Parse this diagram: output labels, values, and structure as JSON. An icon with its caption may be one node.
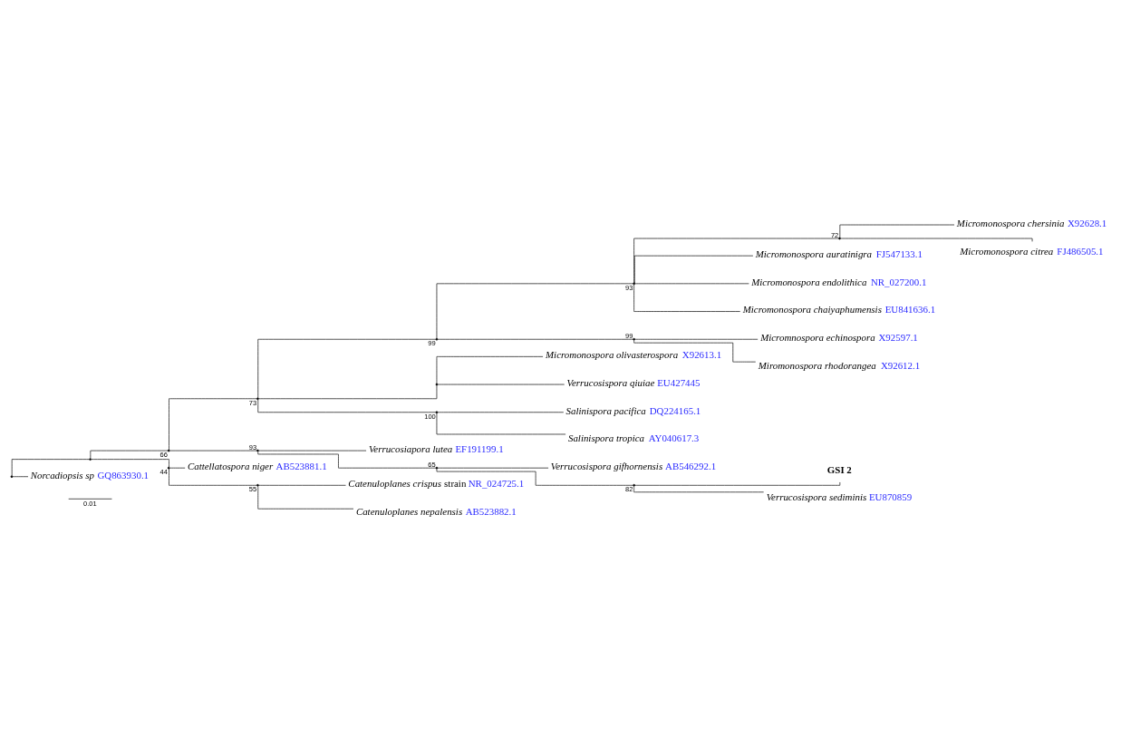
{
  "diagram": {
    "nodes": [
      {
        "text": [],
        "shape": "point"
      },
      {
        "text": [],
        "shape": "point"
      },
      {
        "text": [],
        "shape": "point",
        "beside": [
          "66"
        ]
      },
      {
        "text": [],
        "shape": "point",
        "beside": [
          "73"
        ]
      },
      {
        "text": [],
        "shape": "point",
        "beside": [
          "99"
        ]
      },
      {
        "text": [],
        "shape": "point",
        "beside": [
          "93"
        ]
      },
      {
        "text": [],
        "shape": "point",
        "beside": [
          "72"
        ]
      },
      {
        "text": [
          "Micromonospora chersinia",
          "X92628.1"
        ]
      },
      {
        "text": [
          "Micromonospora citrea",
          "FJ486505.1"
        ]
      },
      {
        "text": [
          "Micromonospora auratinigra",
          "FJ547133.1"
        ]
      },
      {
        "text": [
          "Micromonospora endolithica",
          "NR_027200.1"
        ]
      },
      {
        "text": [
          "Micromonospora chaiyaphumensis",
          "EU841636.1"
        ]
      },
      {
        "text": [],
        "shape": "point",
        "beside": [
          "99"
        ]
      },
      {
        "text": [
          "Micromnospora echinospora",
          "X92597.1"
        ]
      },
      {
        "text": [
          "Miromonospora rhodorangea",
          "X92612.1"
        ]
      },
      {
        "text": [],
        "shape": "point"
      },
      {
        "text": [
          "Micromonospora olivasterospora",
          "X92613.1"
        ]
      },
      {
        "text": [
          "Verrucosispora qiuiae",
          "EU427445"
        ]
      },
      {
        "text": [],
        "shape": "point",
        "beside": [
          "100"
        ]
      },
      {
        "text": [
          "Salinispora pacifica",
          "DQ224165.1"
        ]
      },
      {
        "text": [
          "Salinispora tropica",
          "AY040617.3"
        ]
      },
      {
        "text": [],
        "shape": "point",
        "beside": [
          "93"
        ]
      },
      {
        "text": [
          "Verrucosiapora lutea",
          "EF191199.1"
        ]
      },
      {
        "text": [],
        "shape": "point",
        "beside": [
          "65"
        ]
      },
      {
        "text": [
          "Verrucosispora gifhornensis",
          "AB546292.1"
        ]
      },
      {
        "text": [],
        "shape": "point",
        "beside": [
          "82"
        ]
      },
      {
        "text": [
          "GSI 2"
        ]
      },
      {
        "text": [
          "Verrucosispora sediminis",
          "EU870859"
        ]
      },
      {
        "text": [],
        "shape": "point",
        "beside": [
          "44"
        ]
      },
      {
        "text": [
          "Cattellatospora niger",
          "AB523881.1"
        ]
      },
      {
        "text": [],
        "shape": "point",
        "beside": [
          "55"
        ]
      },
      {
        "text": [
          "Catenuloplanes crispus",
          "strain",
          "NR_024725.1"
        ]
      },
      {
        "text": [
          "Catenuloplanes nepalensis",
          "AB523882.1"
        ]
      },
      {
        "text": [
          "Norcadiopsis sp",
          "GQ863930.1"
        ]
      }
    ],
    "edges": [
      {
        "from": 0,
        "to": 1,
        "arrow": "none"
      },
      {
        "from": 1,
        "to": 2,
        "arrow": "none"
      },
      {
        "from": 2,
        "to": 3,
        "arrow": "none"
      },
      {
        "from": 3,
        "to": 4,
        "arrow": "none"
      },
      {
        "from": 4,
        "to": 5,
        "arrow": "none"
      },
      {
        "from": 5,
        "to": 6,
        "arrow": "none"
      },
      {
        "from": 6,
        "to": 7,
        "arrow": "none"
      },
      {
        "from": 6,
        "to": 8,
        "arrow": "none"
      },
      {
        "from": 5,
        "to": 9,
        "arrow": "none"
      },
      {
        "from": 5,
        "to": 10,
        "arrow": "none"
      },
      {
        "from": 5,
        "to": 11,
        "arrow": "none"
      },
      {
        "from": 4,
        "to": 12,
        "arrow": "none"
      },
      {
        "from": 12,
        "to": 13,
        "arrow": "none"
      },
      {
        "from": 12,
        "to": 14,
        "arrow": "none"
      },
      {
        "from": 3,
        "to": 15,
        "arrow": "none"
      },
      {
        "from": 15,
        "to": 16,
        "arrow": "none"
      },
      {
        "from": 15,
        "to": 17,
        "arrow": "none"
      },
      {
        "from": 3,
        "to": 18,
        "arrow": "none"
      },
      {
        "from": 18,
        "to": 19,
        "arrow": "none"
      },
      {
        "from": 18,
        "to": 20,
        "arrow": "none"
      },
      {
        "from": 2,
        "to": 21,
        "arrow": "none"
      },
      {
        "from": 21,
        "to": 22,
        "arrow": "none"
      },
      {
        "from": 21,
        "to": 23,
        "arrow": "none"
      },
      {
        "from": 23,
        "to": 24,
        "arrow": "none"
      },
      {
        "from": 23,
        "to": 25,
        "arrow": "none"
      },
      {
        "from": 25,
        "to": 26,
        "arrow": "none"
      },
      {
        "from": 25,
        "to": 27,
        "arrow": "none"
      },
      {
        "from": 1,
        "to": 28,
        "arrow": "none"
      },
      {
        "from": 28,
        "to": 29,
        "arrow": "none"
      },
      {
        "from": 28,
        "to": 30,
        "arrow": "none"
      },
      {
        "from": 30,
        "to": 31,
        "arrow": "none"
      },
      {
        "from": 30,
        "to": 32,
        "arrow": "none"
      },
      {
        "from": 0,
        "to": 33,
        "arrow": "none"
      }
    ],
    "labels": [
      "0.01"
    ]
  }
}
